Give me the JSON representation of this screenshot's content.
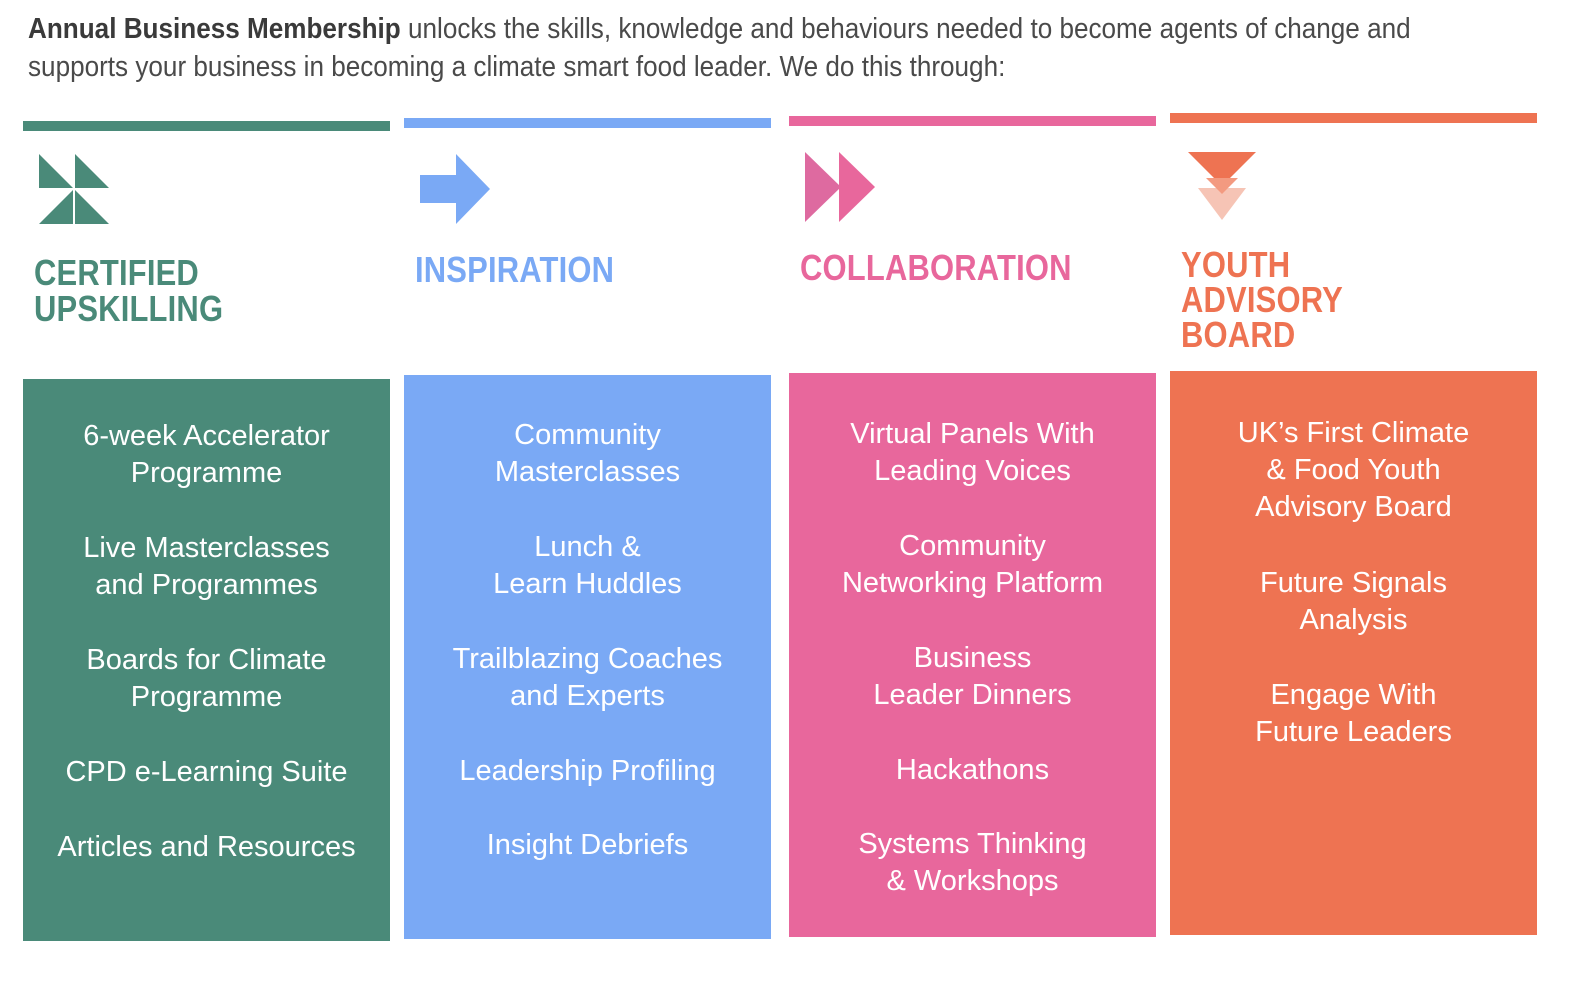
{
  "intro": {
    "bold": "Annual Business Membership",
    "rest_line1": " unlocks the skills, knowledge and behaviours needed to become agents of change and",
    "line2": "supports your business in becoming a climate smart food leader. We do this through:"
  },
  "columns": [
    {
      "heading": [
        "CERTIFIED",
        "UPSKILLING"
      ],
      "color": "#4a8a79",
      "icon": "quarter-triangles-icon",
      "items": [
        [
          "6-week Accelerator",
          "Programme"
        ],
        [
          "Live Masterclasses",
          "and Programmes"
        ],
        [
          "Boards for Climate",
          "Programme"
        ],
        [
          "CPD e-Learning Suite"
        ],
        [
          "Articles and Resources"
        ]
      ]
    },
    {
      "heading": [
        "INSPIRATION"
      ],
      "color": "#7aa9f5",
      "icon": "arrow-right-icon",
      "items": [
        [
          "Community",
          "Masterclasses"
        ],
        [
          "Lunch &",
          "Learn Huddles"
        ],
        [
          "Trailblazing Coaches",
          "and Experts"
        ],
        [
          "Leadership Profiling"
        ],
        [
          "Insight Debriefs"
        ]
      ]
    },
    {
      "heading": [
        "COLLABORATION"
      ],
      "color": "#e8679c",
      "icon": "fast-forward-icon",
      "items": [
        [
          "Virtual Panels With",
          "Leading Voices"
        ],
        [
          "Community",
          "Networking Platform"
        ],
        [
          "Business",
          "Leader Dinners"
        ],
        [
          "Hackathons"
        ],
        [
          "Systems Thinking",
          "& Workshops"
        ]
      ]
    },
    {
      "heading": [
        "YOUTH",
        "ADVISORY",
        "BOARD"
      ],
      "color": "#ee7352",
      "icon": "chevrons-down-icon",
      "items": [
        [
          "UK’s First Climate",
          "& Food Youth",
          "Advisory Board"
        ],
        [
          "Future Signals",
          "Analysis"
        ],
        [
          "Engage With",
          "Future Leaders"
        ]
      ]
    }
  ]
}
